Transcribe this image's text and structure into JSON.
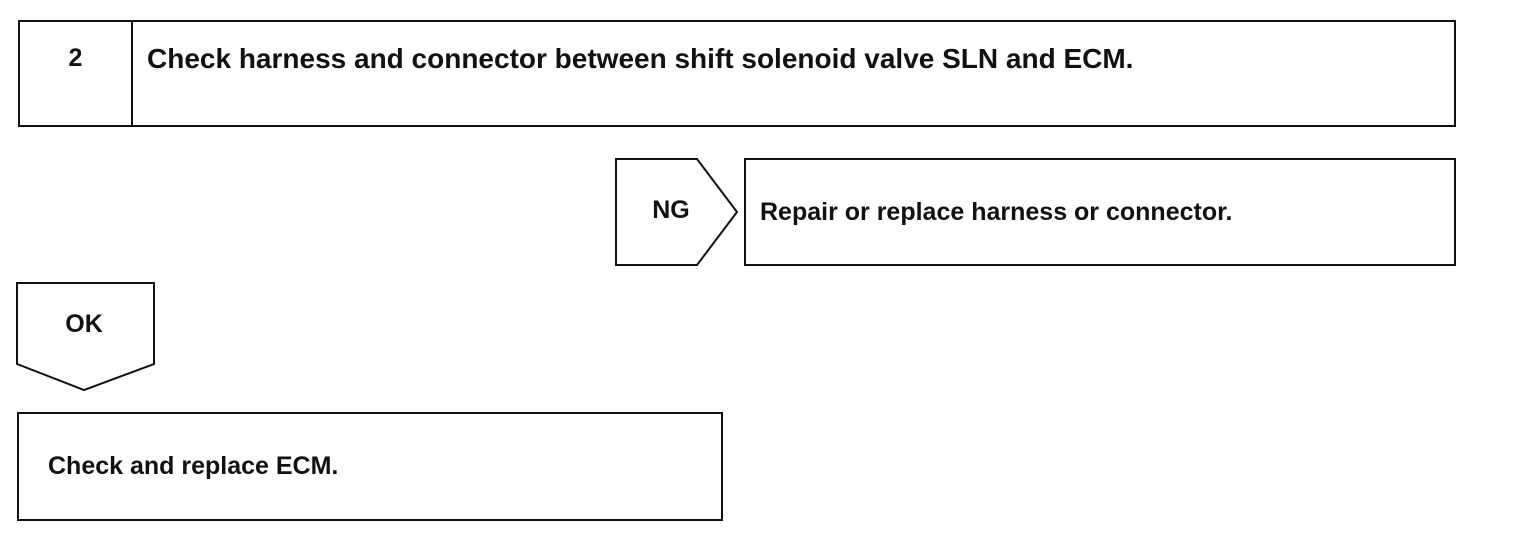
{
  "step": {
    "number": "2",
    "title": "Check harness and connector between shift solenoid valve SLN and ECM."
  },
  "ng_branch": {
    "label": "NG",
    "action": "Repair or replace harness or connector."
  },
  "ok_branch": {
    "label": "OK",
    "action": "Check and replace ECM."
  }
}
